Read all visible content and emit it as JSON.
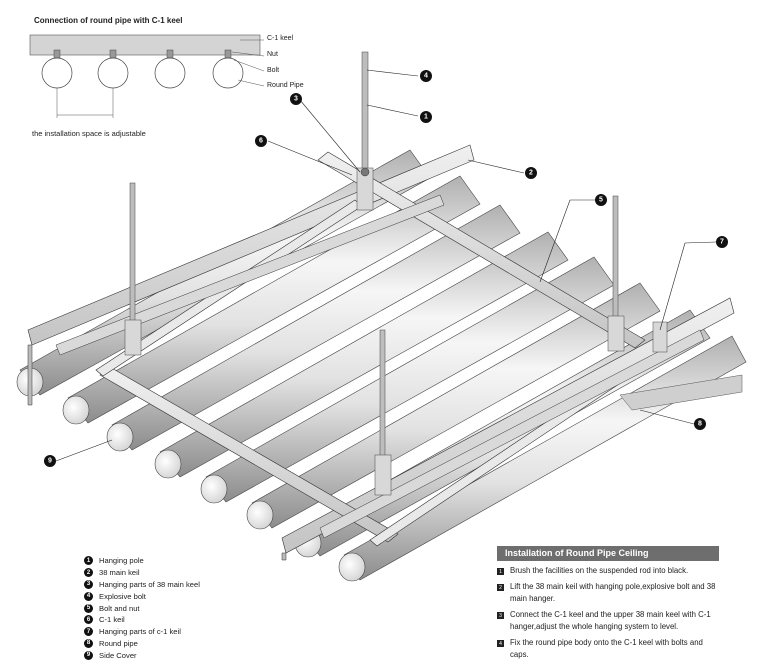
{
  "detail": {
    "title": "Connection of round pipe with C-1 keel",
    "labels": {
      "c1_keel": "C-1 keel",
      "nut": "Nut",
      "bolt": "Bolt",
      "round_pipe": "Round Pipe"
    },
    "note": "the installation space is adjustable"
  },
  "callouts": [
    "1",
    "2",
    "3",
    "4",
    "5",
    "6",
    "7",
    "8",
    "9"
  ],
  "legend": [
    {
      "num": "1",
      "label": "Hanging pole"
    },
    {
      "num": "2",
      "label": "38 main keil"
    },
    {
      "num": "3",
      "label": "Hanging parts of 38 main keel"
    },
    {
      "num": "4",
      "label": "Explosive bolt"
    },
    {
      "num": "5",
      "label": "Bolt and nut"
    },
    {
      "num": "6",
      "label": "C-1 keil"
    },
    {
      "num": "7",
      "label": "Hanging parts of c-1 keil"
    },
    {
      "num": "8",
      "label": "Round pipe"
    },
    {
      "num": "9",
      "label": "Side Cover"
    }
  ],
  "instructions": {
    "header": "Installation of Round Pipe Ceiling",
    "steps": [
      {
        "num": "1",
        "text": "Brush the facilities on the suspended rod into black."
      },
      {
        "num": "2",
        "text": "Lift the 38 main keil with hanging pole,explosive bolt and 38 main hanger."
      },
      {
        "num": "3",
        "text": "Connect the C-1 keel and the upper 38 main keel with C-1 hanger,adjust the whole hanging system to level."
      },
      {
        "num": "4",
        "text": "Fix the round pipe body onto the C-1 keel with bolts and caps."
      }
    ]
  },
  "colors": {
    "pipe_light": "#f4f4f4",
    "pipe_dark": "#9a9a9a",
    "keel": "#dedede",
    "stroke": "#333333",
    "panel_gray": "#c8c8c8",
    "header_gray": "#6e6e6e"
  }
}
